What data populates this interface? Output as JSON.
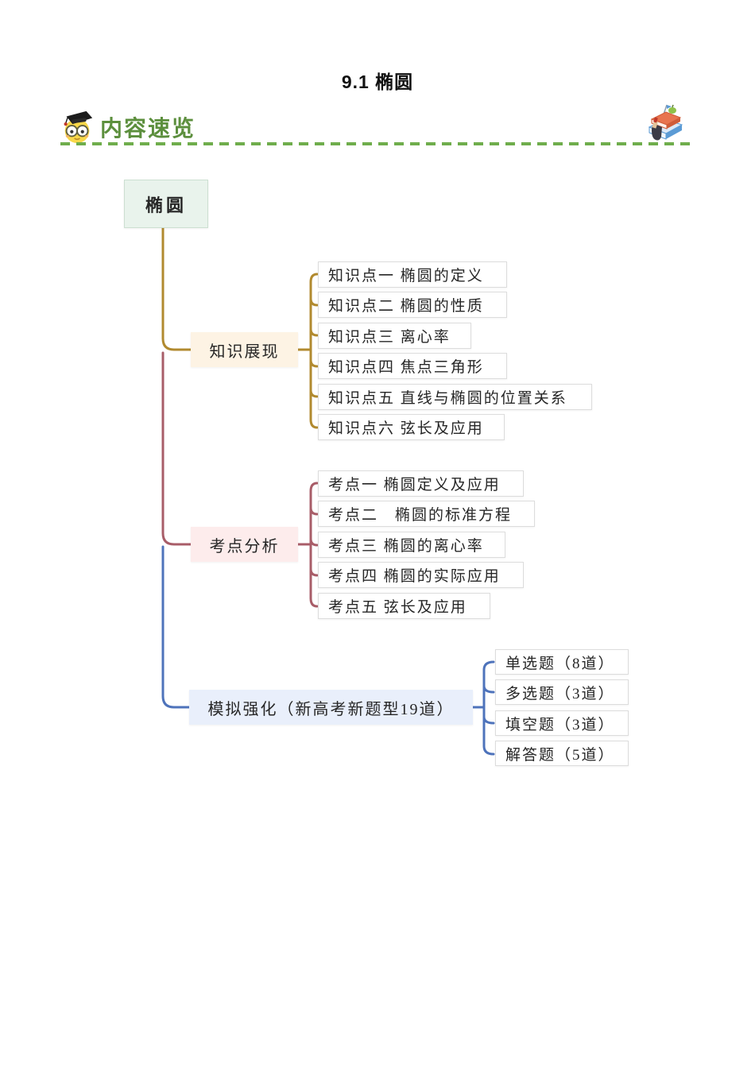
{
  "page": {
    "title": "9.1 椭圆"
  },
  "header": {
    "label": "内容速览",
    "label_color": "#5c8f3d",
    "rule_color": "#6fad4c",
    "left_icon": "owl-graduate-icon",
    "right_icon": "books-stack-icon"
  },
  "mindmap": {
    "root": {
      "label": "椭圆",
      "fill": "#e9f3ec"
    },
    "branches": [
      {
        "label": "知识展现",
        "fill": "#fdf3e4",
        "line_color": "#b18a2f",
        "children": [
          "知识点一 椭圆的定义",
          "知识点二 椭圆的性质",
          "知识点三 离心率",
          "知识点四 焦点三角形",
          "知识点五 直线与椭圆的位置关系",
          "知识点六 弦长及应用"
        ]
      },
      {
        "label": "考点分析",
        "fill": "#fdecec",
        "line_color": "#a85d68",
        "children": [
          "考点一 椭圆定义及应用",
          "考点二　椭圆的标准方程",
          "考点三 椭圆的离心率",
          "考点四 椭圆的实际应用",
          "考点五 弦长及应用"
        ]
      },
      {
        "label": "模拟强化（新高考新题型19道）",
        "fill": "#e9effb",
        "line_color": "#4e73bb",
        "children": [
          "单选题（8道）",
          "多选题（3道）",
          "填空题（3道）",
          "解答题（5道）"
        ]
      }
    ]
  }
}
